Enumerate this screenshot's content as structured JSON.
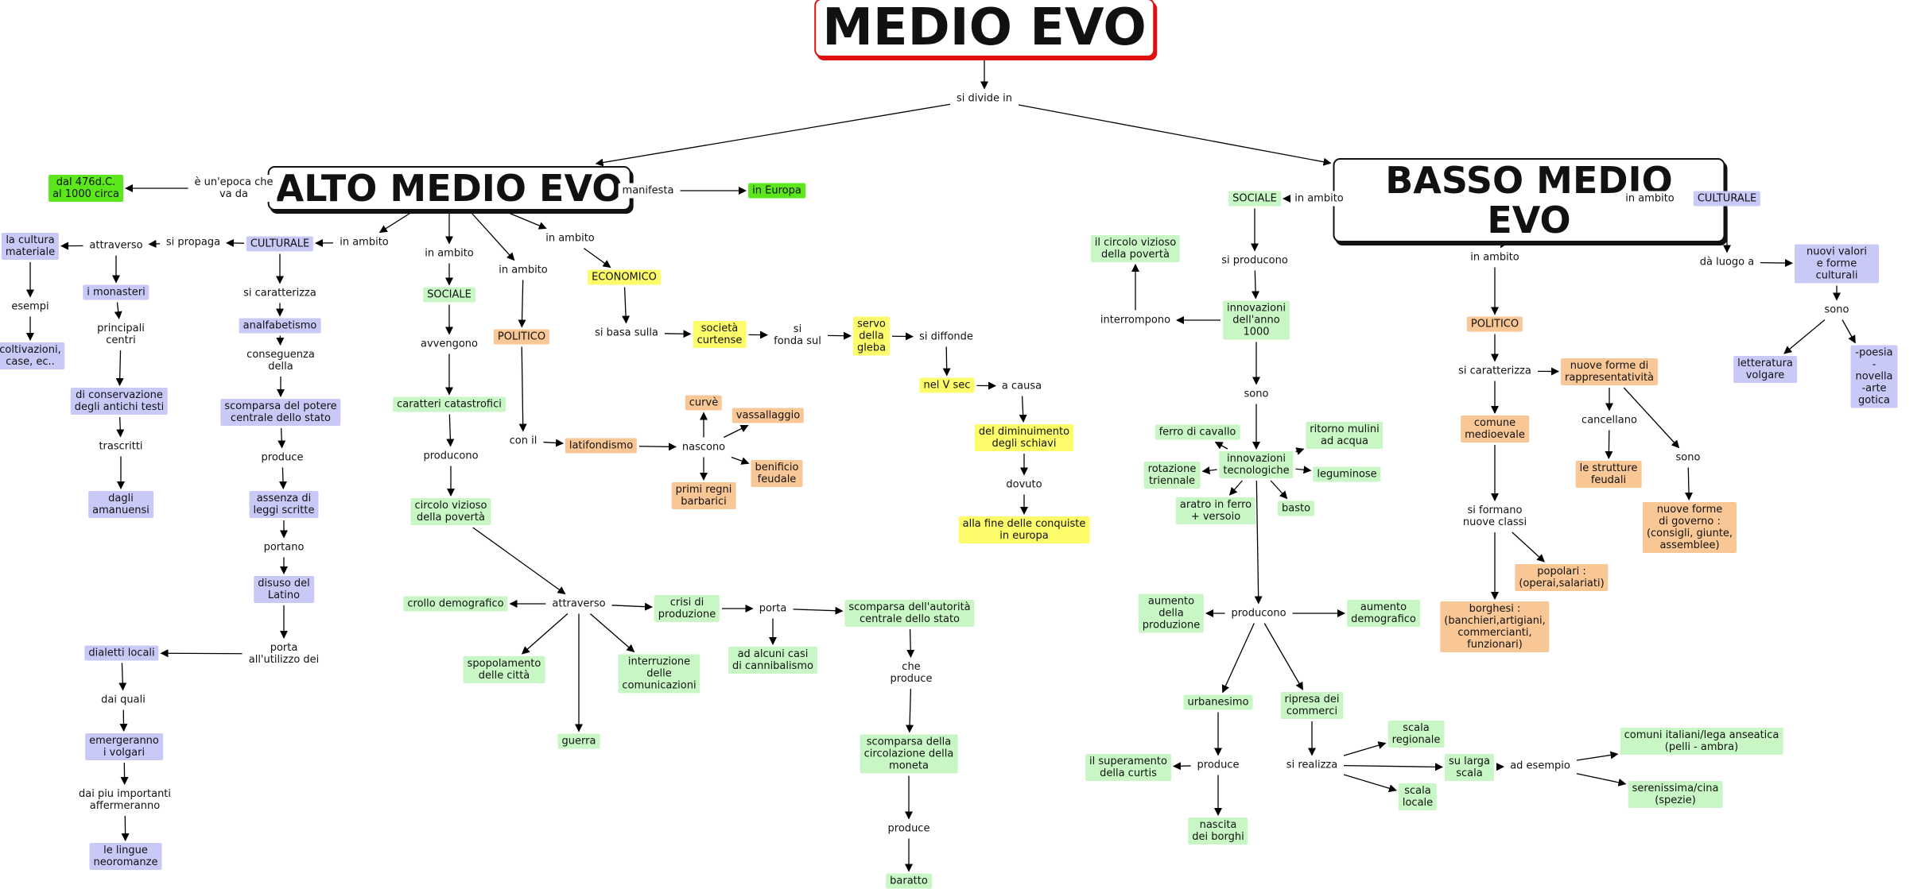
{
  "colors": {
    "green": "#c8f7c5",
    "bright_green": "#5be71b",
    "blue": "#c9c9f7",
    "orange": "#f9c796",
    "yellow": "#fcfc6a",
    "title_border": "#dd1111",
    "edge": "#000000"
  },
  "nodes": [
    {
      "id": "medioevo",
      "text": "MEDIO EVO",
      "style": "title-main"
    },
    {
      "id": "sidivide",
      "text": "si divide in",
      "style": "plain"
    },
    {
      "id": "alto",
      "text": "ALTO MEDIO EVO",
      "style": "title-sub"
    },
    {
      "id": "basso",
      "text": "BASSO MEDIO EVO",
      "style": "title-sub"
    },
    {
      "id": "epoca",
      "text": "è un'epoca che\nva da",
      "style": "plain"
    },
    {
      "id": "date",
      "text": "dal 476d.C.\nal 1000 circa",
      "style": "bright"
    },
    {
      "id": "manifesta",
      "text": "manifesta",
      "style": "plain"
    },
    {
      "id": "europa",
      "text": "in Europa",
      "style": "bright"
    },
    {
      "id": "a_inambito1",
      "text": "in ambito",
      "style": "plain"
    },
    {
      "id": "a_cult",
      "text": "CULTURALE",
      "style": "blue"
    },
    {
      "id": "a_sipropaga",
      "text": "si propaga",
      "style": "plain"
    },
    {
      "id": "a_attraverso",
      "text": "attraverso",
      "style": "plain"
    },
    {
      "id": "a_culturamat",
      "text": "la cultura\nmateriale",
      "style": "blue"
    },
    {
      "id": "a_esempi",
      "text": "esempi",
      "style": "plain"
    },
    {
      "id": "a_coltivazioni",
      "text": "coltivazioni,\ncase, ec..",
      "style": "blue"
    },
    {
      "id": "a_monasteri",
      "text": "i monasteri",
      "style": "blue"
    },
    {
      "id": "a_principali",
      "text": "principali\ncentri",
      "style": "plain"
    },
    {
      "id": "a_conservazione",
      "text": "di conservazione\ndegli antichi testi",
      "style": "blue"
    },
    {
      "id": "a_trascritti",
      "text": "trascritti",
      "style": "plain"
    },
    {
      "id": "a_amanuensi",
      "text": "dagli\namanuensi",
      "style": "blue"
    },
    {
      "id": "a_caratterizza",
      "text": "si caratterizza",
      "style": "plain"
    },
    {
      "id": "a_analfabetismo",
      "text": "analfabetismo",
      "style": "blue"
    },
    {
      "id": "a_conseguenza",
      "text": "conseguenza\ndella",
      "style": "plain"
    },
    {
      "id": "a_scomparsa",
      "text": "scomparsa del potere\ncentrale dello stato",
      "style": "blue"
    },
    {
      "id": "a_produce",
      "text": "produce",
      "style": "plain"
    },
    {
      "id": "a_assenza",
      "text": "assenza di\nleggi scritte",
      "style": "blue"
    },
    {
      "id": "a_portano",
      "text": "portano",
      "style": "plain"
    },
    {
      "id": "a_disuso",
      "text": "disuso del\nLatino",
      "style": "blue"
    },
    {
      "id": "a_porta",
      "text": "porta\nall'utilizzo dei",
      "style": "plain"
    },
    {
      "id": "a_dialetti",
      "text": "dialetti locali",
      "style": "blue"
    },
    {
      "id": "a_daiquali",
      "text": "dai quali",
      "style": "plain"
    },
    {
      "id": "a_emergeranno",
      "text": "emergeranno\ni volgari",
      "style": "blue"
    },
    {
      "id": "a_daipiu",
      "text": "dai piu importanti\naffermeranno",
      "style": "plain"
    },
    {
      "id": "a_lingue",
      "text": "le lingue\nneoromanze",
      "style": "blue"
    },
    {
      "id": "a_inambito2",
      "text": "in ambito",
      "style": "plain"
    },
    {
      "id": "a_sociale",
      "text": "SOCIALE",
      "style": "green"
    },
    {
      "id": "a_avvengono",
      "text": "avvengono",
      "style": "plain"
    },
    {
      "id": "a_caratteri",
      "text": "caratteri catastrofici",
      "style": "green"
    },
    {
      "id": "a_producono",
      "text": "producono",
      "style": "plain"
    },
    {
      "id": "a_circolo",
      "text": "circolo vizioso\ndella povertà",
      "style": "green"
    },
    {
      "id": "a_attraverso2",
      "text": "attraverso",
      "style": "plain"
    },
    {
      "id": "a_crollo",
      "text": "crollo demografico",
      "style": "green"
    },
    {
      "id": "a_spopolamento",
      "text": "spopolamento\ndelle città",
      "style": "green"
    },
    {
      "id": "a_guerra",
      "text": "guerra",
      "style": "green"
    },
    {
      "id": "a_interruzione",
      "text": "interruzione\ndelle\ncomunicazioni",
      "style": "green"
    },
    {
      "id": "a_crisi",
      "text": "crisi di\nproduzione",
      "style": "green"
    },
    {
      "id": "a_porta2",
      "text": "porta",
      "style": "plain"
    },
    {
      "id": "a_cannibalismo",
      "text": "ad alcuni casi\ndi cannibalismo",
      "style": "green"
    },
    {
      "id": "a_scomparsaaut",
      "text": "scomparsa dell'autorità\ncentrale dello stato",
      "style": "green"
    },
    {
      "id": "a_cheproduce",
      "text": "che\nproduce",
      "style": "plain"
    },
    {
      "id": "a_moneta",
      "text": "scomparsa della\ncircolazione della\nmoneta",
      "style": "green"
    },
    {
      "id": "a_produce2",
      "text": "produce",
      "style": "plain"
    },
    {
      "id": "a_baratto",
      "text": "baratto",
      "style": "green"
    },
    {
      "id": "a_inambito3",
      "text": "in ambito",
      "style": "plain"
    },
    {
      "id": "a_politico",
      "text": "POLITICO",
      "style": "orange"
    },
    {
      "id": "a_conil",
      "text": "con il",
      "style": "plain"
    },
    {
      "id": "a_latifondismo",
      "text": "latifondismo",
      "style": "orange"
    },
    {
      "id": "a_nascono",
      "text": "nascono",
      "style": "plain"
    },
    {
      "id": "a_curve",
      "text": "curvè",
      "style": "orange"
    },
    {
      "id": "a_vassallaggio",
      "text": "vassallaggio",
      "style": "orange"
    },
    {
      "id": "a_beneficio",
      "text": "benificio\nfeudale",
      "style": "orange"
    },
    {
      "id": "a_primiregni",
      "text": "primi regni\nbarbarici",
      "style": "orange"
    },
    {
      "id": "a_inambito4",
      "text": "in ambito",
      "style": "plain"
    },
    {
      "id": "a_economico",
      "text": "ECONOMICO",
      "style": "yellow"
    },
    {
      "id": "a_sibasa",
      "text": "si basa sulla",
      "style": "plain"
    },
    {
      "id": "a_societa",
      "text": "società\ncurtense",
      "style": "yellow"
    },
    {
      "id": "a_sifonda",
      "text": "si\nfonda sul",
      "style": "plain"
    },
    {
      "id": "a_servo",
      "text": "servo\ndella\ngleba",
      "style": "yellow"
    },
    {
      "id": "a_sidiffonde",
      "text": "si diffonde",
      "style": "plain"
    },
    {
      "id": "a_nelvsec",
      "text": "nel V sec",
      "style": "yellow"
    },
    {
      "id": "a_acausa",
      "text": "a causa",
      "style": "plain"
    },
    {
      "id": "a_diminuimento",
      "text": "del diminuimento\ndegli schiavi",
      "style": "yellow"
    },
    {
      "id": "a_dovuto",
      "text": "dovuto",
      "style": "plain"
    },
    {
      "id": "a_conquiste",
      "text": "alla fine delle conquiste\nin europa",
      "style": "yellow"
    },
    {
      "id": "b_inambito1",
      "text": "in ambito",
      "style": "plain"
    },
    {
      "id": "b_sociale",
      "text": "SOCIALE",
      "style": "green"
    },
    {
      "id": "b_siproducono",
      "text": "si producono",
      "style": "plain"
    },
    {
      "id": "b_innovazioni1000",
      "text": "innovazioni\ndell'anno\n1000",
      "style": "green"
    },
    {
      "id": "b_interrompono",
      "text": "interrompono",
      "style": "plain"
    },
    {
      "id": "b_circolo",
      "text": "il circolo vizioso\ndella povertà",
      "style": "green"
    },
    {
      "id": "b_sono",
      "text": "sono",
      "style": "plain"
    },
    {
      "id": "b_innovtec",
      "text": "innovazioni\ntecnologiche",
      "style": "green"
    },
    {
      "id": "b_ferro",
      "text": "ferro di cavallo",
      "style": "green"
    },
    {
      "id": "b_rotazione",
      "text": "rotazione\ntriennale",
      "style": "green"
    },
    {
      "id": "b_aratro",
      "text": "aratro in ferro\n+ versoio",
      "style": "green"
    },
    {
      "id": "b_basto",
      "text": "basto",
      "style": "green"
    },
    {
      "id": "b_leguminose",
      "text": "leguminose",
      "style": "green"
    },
    {
      "id": "b_mulini",
      "text": "ritorno mulini\nad acqua",
      "style": "green"
    },
    {
      "id": "b_producono",
      "text": "producono",
      "style": "plain"
    },
    {
      "id": "b_aumprod",
      "text": "aumento\ndella\nproduzione",
      "style": "green"
    },
    {
      "id": "b_aumdemo",
      "text": "aumento\ndemografico",
      "style": "green"
    },
    {
      "id": "b_urbanesimo",
      "text": "urbanesimo",
      "style": "green"
    },
    {
      "id": "b_produce",
      "text": "produce",
      "style": "plain"
    },
    {
      "id": "b_curtis",
      "text": "il superamento\ndella curtis",
      "style": "green"
    },
    {
      "id": "b_borghi",
      "text": "nascita\ndei borghi",
      "style": "green"
    },
    {
      "id": "b_ripresa",
      "text": "ripresa dei\ncommerci",
      "style": "green"
    },
    {
      "id": "b_sirealizza",
      "text": "si realizza",
      "style": "plain"
    },
    {
      "id": "b_regionale",
      "text": "scala\nregionale",
      "style": "green"
    },
    {
      "id": "b_largascala",
      "text": "su larga\nscala",
      "style": "green"
    },
    {
      "id": "b_locale",
      "text": "scala\nlocale",
      "style": "green"
    },
    {
      "id": "b_adesempio",
      "text": "ad esempio",
      "style": "plain"
    },
    {
      "id": "b_comuni",
      "text": "comuni italiani/lega anseatica\n(pelli - ambra)",
      "style": "green"
    },
    {
      "id": "b_serenissima",
      "text": "serenissima/cina\n(spezie)",
      "style": "green"
    },
    {
      "id": "b_inambito2",
      "text": "in ambito",
      "style": "plain"
    },
    {
      "id": "b_politico",
      "text": "POLITICO",
      "style": "orange"
    },
    {
      "id": "b_caratterizza",
      "text": "si caratterizza",
      "style": "plain"
    },
    {
      "id": "b_comune",
      "text": "comune\nmedioevale",
      "style": "orange"
    },
    {
      "id": "b_nuoveforme",
      "text": "nuove forme di\nrappresentatività",
      "style": "orange"
    },
    {
      "id": "b_cancellano",
      "text": "cancellano",
      "style": "plain"
    },
    {
      "id": "b_strutture",
      "text": "le strutture\nfeudali",
      "style": "orange"
    },
    {
      "id": "b_sono2",
      "text": "sono",
      "style": "plain"
    },
    {
      "id": "b_governo",
      "text": "nuove forme\ndi governo :\n(consigli, giunte,\nassemblee)",
      "style": "orange"
    },
    {
      "id": "b_siformano",
      "text": "si formano\nnuove classi",
      "style": "plain"
    },
    {
      "id": "b_popolari",
      "text": "popolari :\n(operai,salariati)",
      "style": "orange"
    },
    {
      "id": "b_borghesi",
      "text": "borghesi :\n(banchieri,artigiani,\ncommercianti,\nfunzionari)",
      "style": "orange"
    },
    {
      "id": "b_inambito3",
      "text": "in ambito",
      "style": "plain"
    },
    {
      "id": "b_culturale",
      "text": "CULTURALE",
      "style": "blue"
    },
    {
      "id": "b_daluogo",
      "text": "dà luogo a",
      "style": "plain"
    },
    {
      "id": "b_nuovivalori",
      "text": "nuovi valori\ne forme culturali",
      "style": "blue"
    },
    {
      "id": "b_sono3",
      "text": "sono",
      "style": "plain"
    },
    {
      "id": "b_letteratura",
      "text": "letteratura\nvolgare",
      "style": "blue"
    },
    {
      "id": "b_poesia",
      "text": "-poesia\n-novella\n-arte gotica",
      "style": "blue"
    }
  ],
  "edges": [
    [
      "medioevo",
      "sidivide"
    ],
    [
      "sidivide",
      "alto"
    ],
    [
      "sidivide",
      "basso"
    ],
    [
      "alto",
      "epoca"
    ],
    [
      "epoca",
      "date"
    ],
    [
      "alto",
      "manifesta"
    ],
    [
      "manifesta",
      "europa"
    ],
    [
      "alto",
      "a_inambito1"
    ],
    [
      "a_inambito1",
      "a_cult"
    ],
    [
      "a_cult",
      "a_sipropaga"
    ],
    [
      "a_sipropaga",
      "a_attraverso"
    ],
    [
      "a_attraverso",
      "a_culturamat"
    ],
    [
      "a_culturamat",
      "a_esempi"
    ],
    [
      "a_esempi",
      "a_coltivazioni"
    ],
    [
      "a_attraverso",
      "a_monasteri"
    ],
    [
      "a_monasteri",
      "a_principali"
    ],
    [
      "a_principali",
      "a_conservazione"
    ],
    [
      "a_conservazione",
      "a_trascritti"
    ],
    [
      "a_trascritti",
      "a_amanuensi"
    ],
    [
      "a_cult",
      "a_caratterizza"
    ],
    [
      "a_caratterizza",
      "a_analfabetismo"
    ],
    [
      "a_analfabetismo",
      "a_conseguenza"
    ],
    [
      "a_conseguenza",
      "a_scomparsa"
    ],
    [
      "a_scomparsa",
      "a_produce"
    ],
    [
      "a_produce",
      "a_assenza"
    ],
    [
      "a_assenza",
      "a_portano"
    ],
    [
      "a_portano",
      "a_disuso"
    ],
    [
      "a_disuso",
      "a_porta"
    ],
    [
      "a_porta",
      "a_dialetti"
    ],
    [
      "a_dialetti",
      "a_daiquali"
    ],
    [
      "a_daiquali",
      "a_emergeranno"
    ],
    [
      "a_emergeranno",
      "a_daipiu"
    ],
    [
      "a_daipiu",
      "a_lingue"
    ],
    [
      "alto",
      "a_inambito2"
    ],
    [
      "a_inambito2",
      "a_sociale"
    ],
    [
      "a_sociale",
      "a_avvengono"
    ],
    [
      "a_avvengono",
      "a_caratteri"
    ],
    [
      "a_caratteri",
      "a_producono"
    ],
    [
      "a_producono",
      "a_circolo"
    ],
    [
      "a_circolo",
      "a_attraverso2"
    ],
    [
      "a_attraverso2",
      "a_crollo"
    ],
    [
      "a_attraverso2",
      "a_spopolamento"
    ],
    [
      "a_attraverso2",
      "a_guerra"
    ],
    [
      "a_attraverso2",
      "a_interruzione"
    ],
    [
      "a_attraverso2",
      "a_crisi"
    ],
    [
      "a_crisi",
      "a_porta2"
    ],
    [
      "a_porta2",
      "a_cannibalismo"
    ],
    [
      "a_porta2",
      "a_scomparsaaut"
    ],
    [
      "a_scomparsaaut",
      "a_cheproduce"
    ],
    [
      "a_cheproduce",
      "a_moneta"
    ],
    [
      "a_moneta",
      "a_produce2"
    ],
    [
      "a_produce2",
      "a_baratto"
    ],
    [
      "alto",
      "a_inambito3"
    ],
    [
      "a_inambito3",
      "a_politico"
    ],
    [
      "a_politico",
      "a_conil"
    ],
    [
      "a_conil",
      "a_latifondismo"
    ],
    [
      "a_latifondismo",
      "a_nascono"
    ],
    [
      "a_nascono",
      "a_curve"
    ],
    [
      "a_nascono",
      "a_vassallaggio"
    ],
    [
      "a_nascono",
      "a_beneficio"
    ],
    [
      "a_nascono",
      "a_primiregni"
    ],
    [
      "alto",
      "a_inambito4"
    ],
    [
      "a_inambito4",
      "a_economico"
    ],
    [
      "a_economico",
      "a_sibasa"
    ],
    [
      "a_sibasa",
      "a_societa"
    ],
    [
      "a_societa",
      "a_sifonda"
    ],
    [
      "a_sifonda",
      "a_servo"
    ],
    [
      "a_servo",
      "a_sidiffonde"
    ],
    [
      "a_sidiffonde",
      "a_nelvsec"
    ],
    [
      "a_nelvsec",
      "a_acausa"
    ],
    [
      "a_acausa",
      "a_diminuimento"
    ],
    [
      "a_diminuimento",
      "a_dovuto"
    ],
    [
      "a_dovuto",
      "a_conquiste"
    ],
    [
      "basso",
      "b_inambito1"
    ],
    [
      "b_inambito1",
      "b_sociale"
    ],
    [
      "b_sociale",
      "b_siproducono"
    ],
    [
      "b_siproducono",
      "b_innovazioni1000"
    ],
    [
      "b_innovazioni1000",
      "b_interrompono"
    ],
    [
      "b_interrompono",
      "b_circolo"
    ],
    [
      "b_innovazioni1000",
      "b_sono"
    ],
    [
      "b_sono",
      "b_innovtec"
    ],
    [
      "b_innovtec",
      "b_ferro"
    ],
    [
      "b_innovtec",
      "b_rotazione"
    ],
    [
      "b_innovtec",
      "b_aratro"
    ],
    [
      "b_innovtec",
      "b_basto"
    ],
    [
      "b_innovtec",
      "b_leguminose"
    ],
    [
      "b_innovtec",
      "b_mulini"
    ],
    [
      "b_innovtec",
      "b_producono"
    ],
    [
      "b_producono",
      "b_aumprod"
    ],
    [
      "b_producono",
      "b_aumdemo"
    ],
    [
      "b_producono",
      "b_urbanesimo"
    ],
    [
      "b_producono",
      "b_ripresa"
    ],
    [
      "b_urbanesimo",
      "b_produce"
    ],
    [
      "b_produce",
      "b_curtis"
    ],
    [
      "b_produce",
      "b_borghi"
    ],
    [
      "b_ripresa",
      "b_sirealizza"
    ],
    [
      "b_sirealizza",
      "b_regionale"
    ],
    [
      "b_sirealizza",
      "b_largascala"
    ],
    [
      "b_sirealizza",
      "b_locale"
    ],
    [
      "b_largascala",
      "b_adesempio"
    ],
    [
      "b_adesempio",
      "b_comuni"
    ],
    [
      "b_adesempio",
      "b_serenissima"
    ],
    [
      "basso",
      "b_inambito2"
    ],
    [
      "b_inambito2",
      "b_politico"
    ],
    [
      "b_politico",
      "b_caratterizza"
    ],
    [
      "b_caratterizza",
      "b_comune"
    ],
    [
      "b_caratterizza",
      "b_nuoveforme"
    ],
    [
      "b_nuoveforme",
      "b_cancellano"
    ],
    [
      "b_cancellano",
      "b_strutture"
    ],
    [
      "b_nuoveforme",
      "b_sono2"
    ],
    [
      "b_sono2",
      "b_governo"
    ],
    [
      "b_comune",
      "b_siformano"
    ],
    [
      "b_siformano",
      "b_popolari"
    ],
    [
      "b_siformano",
      "b_borghesi"
    ],
    [
      "basso",
      "b_inambito3"
    ],
    [
      "b_inambito3",
      "b_culturale"
    ],
    [
      "b_culturale",
      "b_daluogo"
    ],
    [
      "b_daluogo",
      "b_nuovivalori"
    ],
    [
      "b_nuovivalori",
      "b_sono3"
    ],
    [
      "b_sono3",
      "b_letteratura"
    ],
    [
      "b_sono3",
      "b_poesia"
    ]
  ]
}
